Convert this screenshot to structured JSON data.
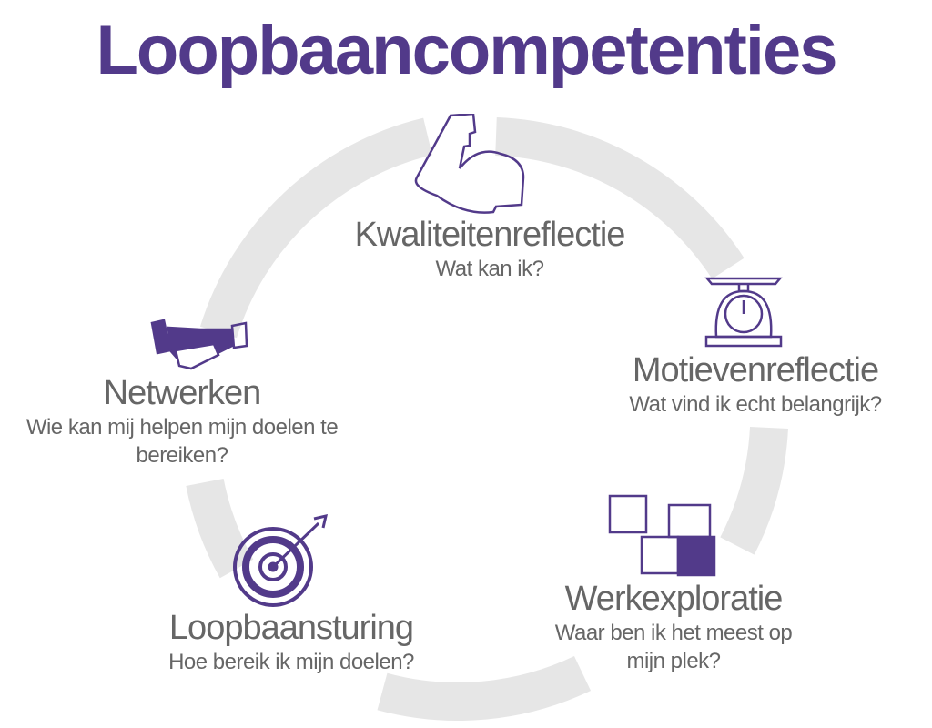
{
  "title": "Loopbaancompetenties",
  "colors": {
    "accent": "#523a8a",
    "text": "#666666",
    "ring": "#e6e6e6"
  },
  "competencies": [
    {
      "name": "Kwaliteitenreflectie",
      "question": "Wat kan ik?",
      "icon": "flexed-arm-icon"
    },
    {
      "name": "Motievenreflectie",
      "question": "Wat vind ik echt belangrijk?",
      "icon": "kitchen-scale-icon"
    },
    {
      "name": "Werkexploratie",
      "question": "Waar ben ik het meest op mijn plek?",
      "icon": "puzzle-pieces-icon"
    },
    {
      "name": "Loopbaansturing",
      "question": "Hoe bereik ik mijn doelen?",
      "icon": "target-arrow-icon"
    },
    {
      "name": "Netwerken",
      "question": "Wie kan mij helpen mijn doelen te bereiken?",
      "icon": "handshake-icon"
    }
  ]
}
